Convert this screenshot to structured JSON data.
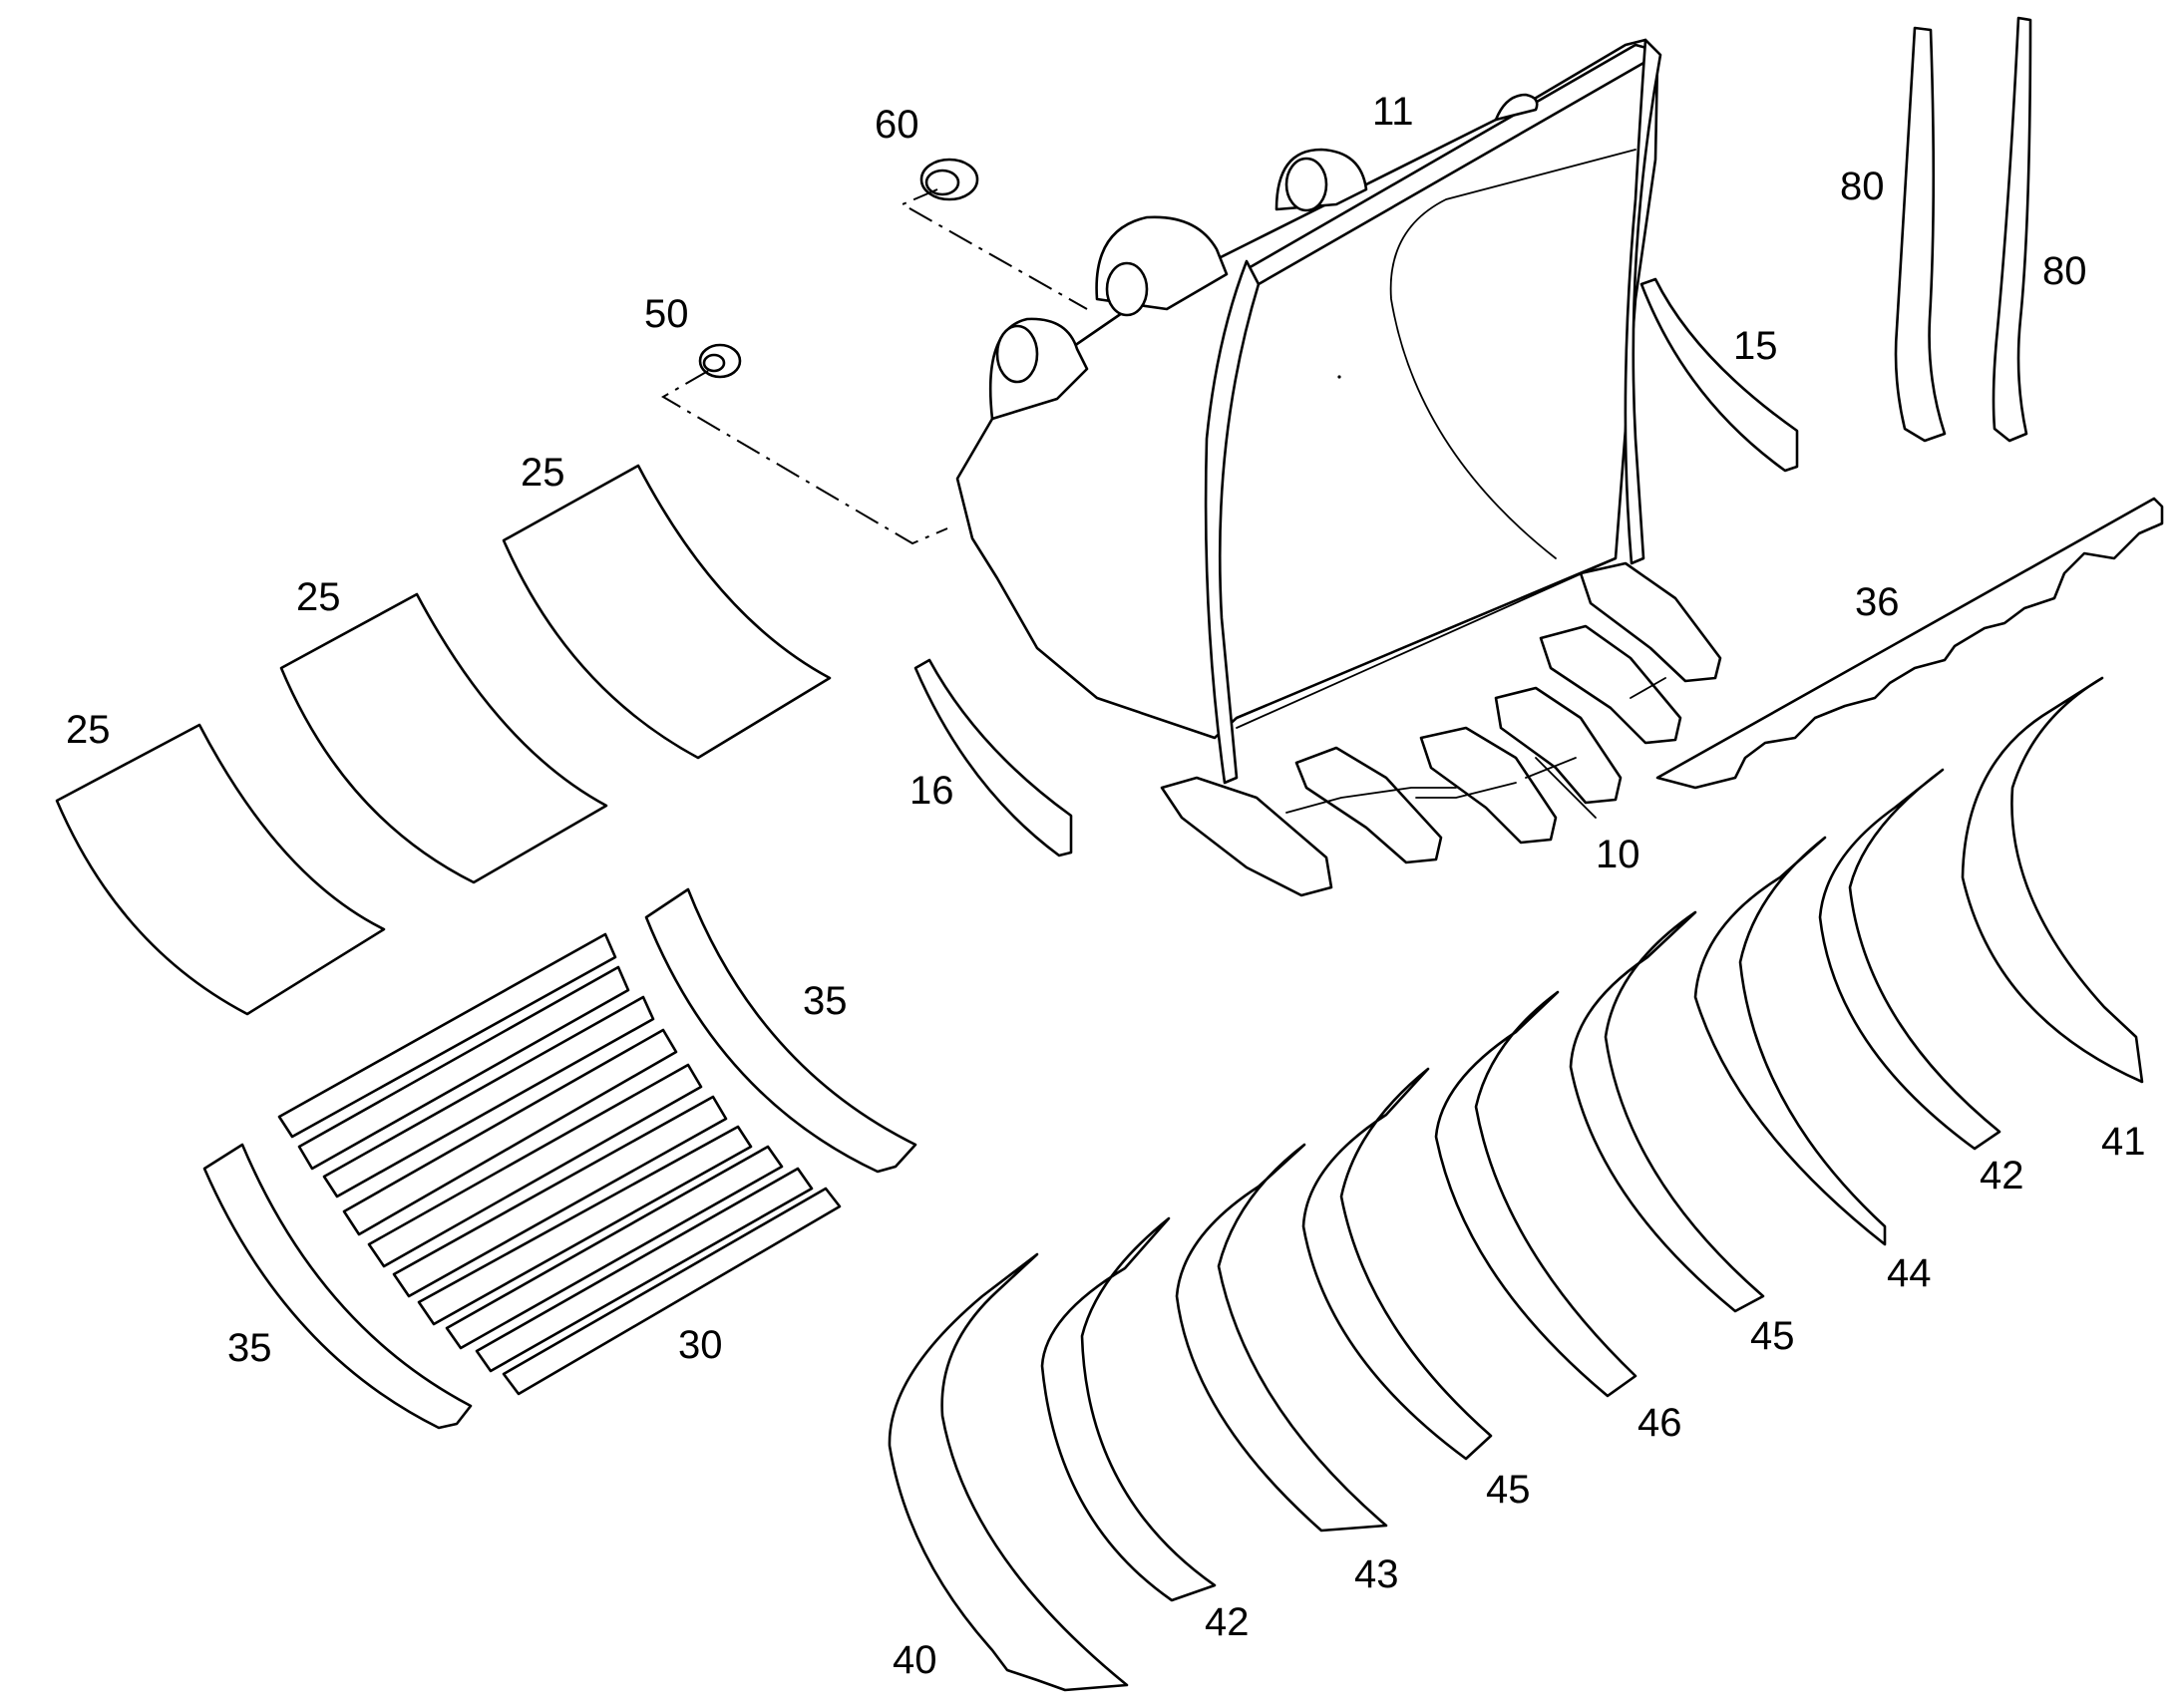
{
  "diagram": {
    "callouts": [
      "10",
      "11",
      "15",
      "16",
      "25",
      "30",
      "35",
      "36",
      "40",
      "41",
      "42",
      "43",
      "44",
      "45",
      "46",
      "50",
      "60",
      "80"
    ]
  }
}
